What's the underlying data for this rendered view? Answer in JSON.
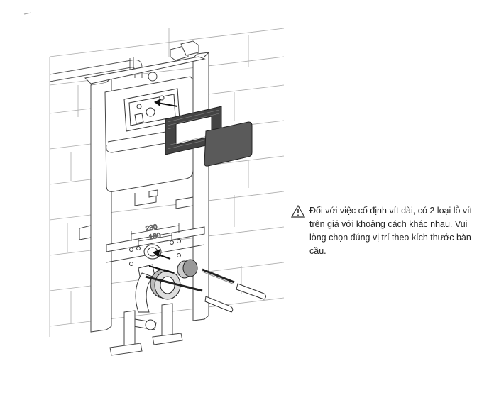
{
  "dimensions": {
    "outer": "230",
    "inner": "180"
  },
  "note": {
    "icon": "warning-triangle-icon",
    "text": "Đối với việc cố định vít dài, có 2 loại lỗ vít trên giá với khoảng cách khác nhau. Vui lòng chọn đúng vị trí theo kích thước bàn cầu."
  }
}
